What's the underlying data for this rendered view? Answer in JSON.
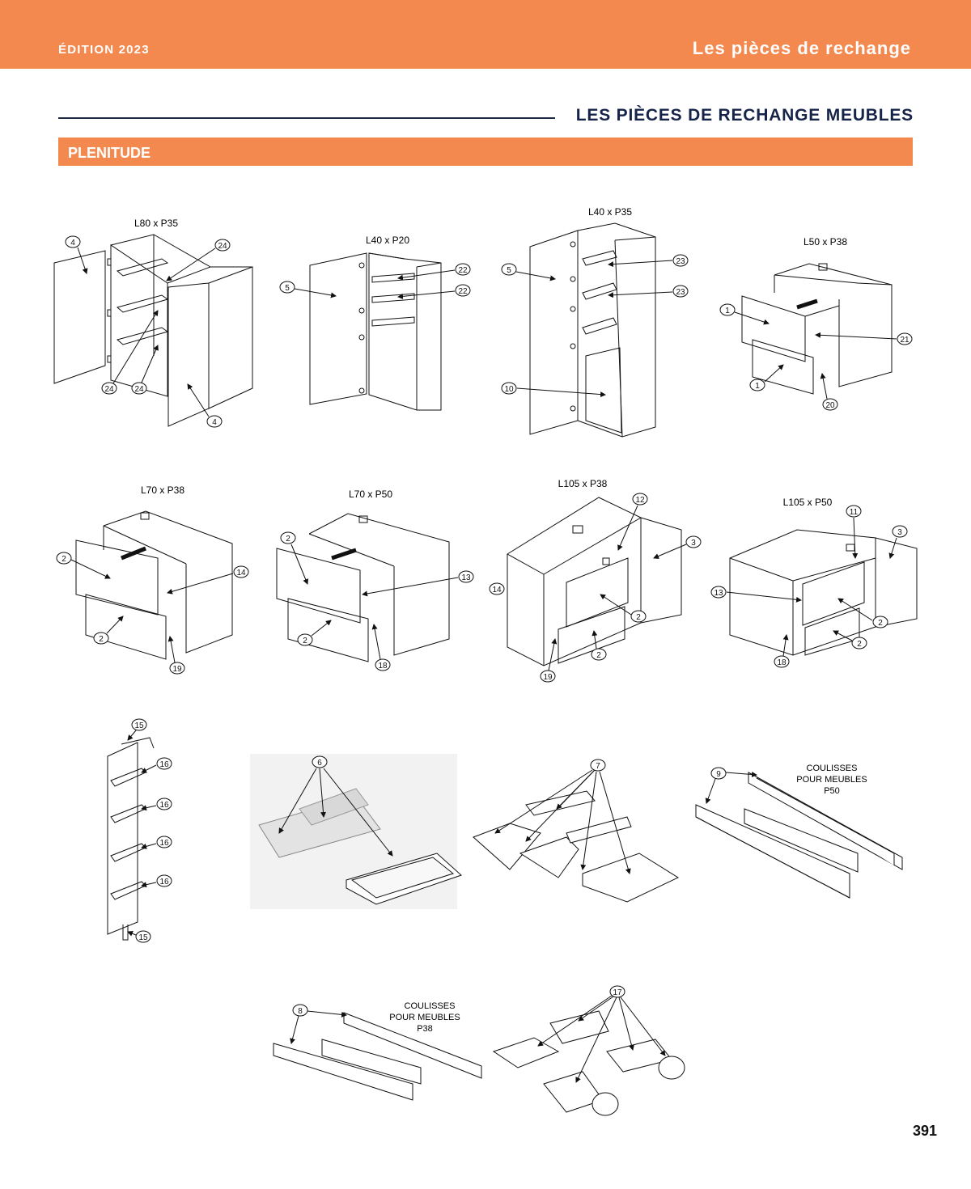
{
  "header": {
    "edition": "ÉDITION 2023",
    "title": "Les pièces de rechange"
  },
  "section": {
    "title": "LES PIÈCES DE RECHANGE MEUBLES",
    "subtitle": "PLENITUDE"
  },
  "units": [
    {
      "size": "L80 x P35"
    },
    {
      "size": "L40 x P20"
    },
    {
      "size": "L40 x P35"
    },
    {
      "size": "L50 x P38"
    },
    {
      "size": "L70 x P38"
    },
    {
      "size": "L70 x P50"
    },
    {
      "size": "L105 x P38"
    },
    {
      "size": "L105 x P50"
    }
  ],
  "parts": {
    "slides_p50": [
      "COULISSES",
      "POUR MEUBLES",
      "P50"
    ],
    "slides_p38": [
      "COULISSES",
      "POUR MEUBLES",
      "P38"
    ]
  },
  "callouts": {
    "c4": "4",
    "c24": "24",
    "c5": "5",
    "c22": "22",
    "c23": "23",
    "c10": "10",
    "c1": "1",
    "c21": "21",
    "c20": "20",
    "c2": "2",
    "c14": "14",
    "c19": "19",
    "c13": "13",
    "c18": "18",
    "c12": "12",
    "c3": "3",
    "c11": "11",
    "c15": "15",
    "c16": "16",
    "c6": "6",
    "c7": "7",
    "c9": "9",
    "c8": "8",
    "c17": "17"
  },
  "page_number": "391",
  "colors": {
    "accent": "#f4894f",
    "navy": "#17244a"
  }
}
